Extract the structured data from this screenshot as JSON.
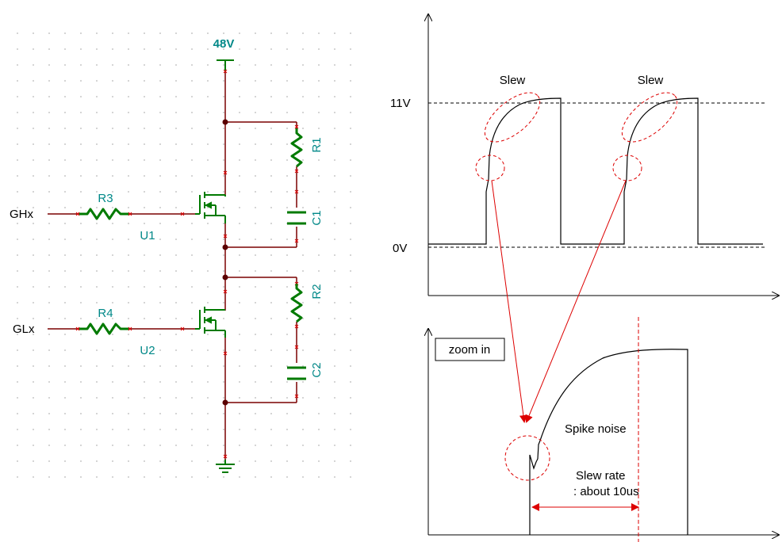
{
  "schematic": {
    "supply_label": "48V",
    "input_high": "GHx",
    "input_low": "GLx",
    "gate_resistor_high": "R3",
    "gate_resistor_low": "R4",
    "mosfet_high": "U1",
    "mosfet_low": "U2",
    "snubber_resistor_high": "R1",
    "snubber_resistor_low": "R2",
    "snubber_cap_high": "C1",
    "snubber_cap_low": "C2"
  },
  "waveform": {
    "level_high": "11V",
    "level_low": "0V",
    "slew_label_1": "Slew",
    "slew_label_2": "Slew"
  },
  "zoom": {
    "box_label": "zoom in",
    "spike_label": "Spike noise",
    "slew_rate_line1": "Slew rate",
    "slew_rate_line2": ": about 10us"
  },
  "colors": {
    "wire": "#7a0000",
    "component": "#007a00",
    "label": "#008888",
    "annotation": "#dd0000",
    "waveform": "#000000"
  }
}
